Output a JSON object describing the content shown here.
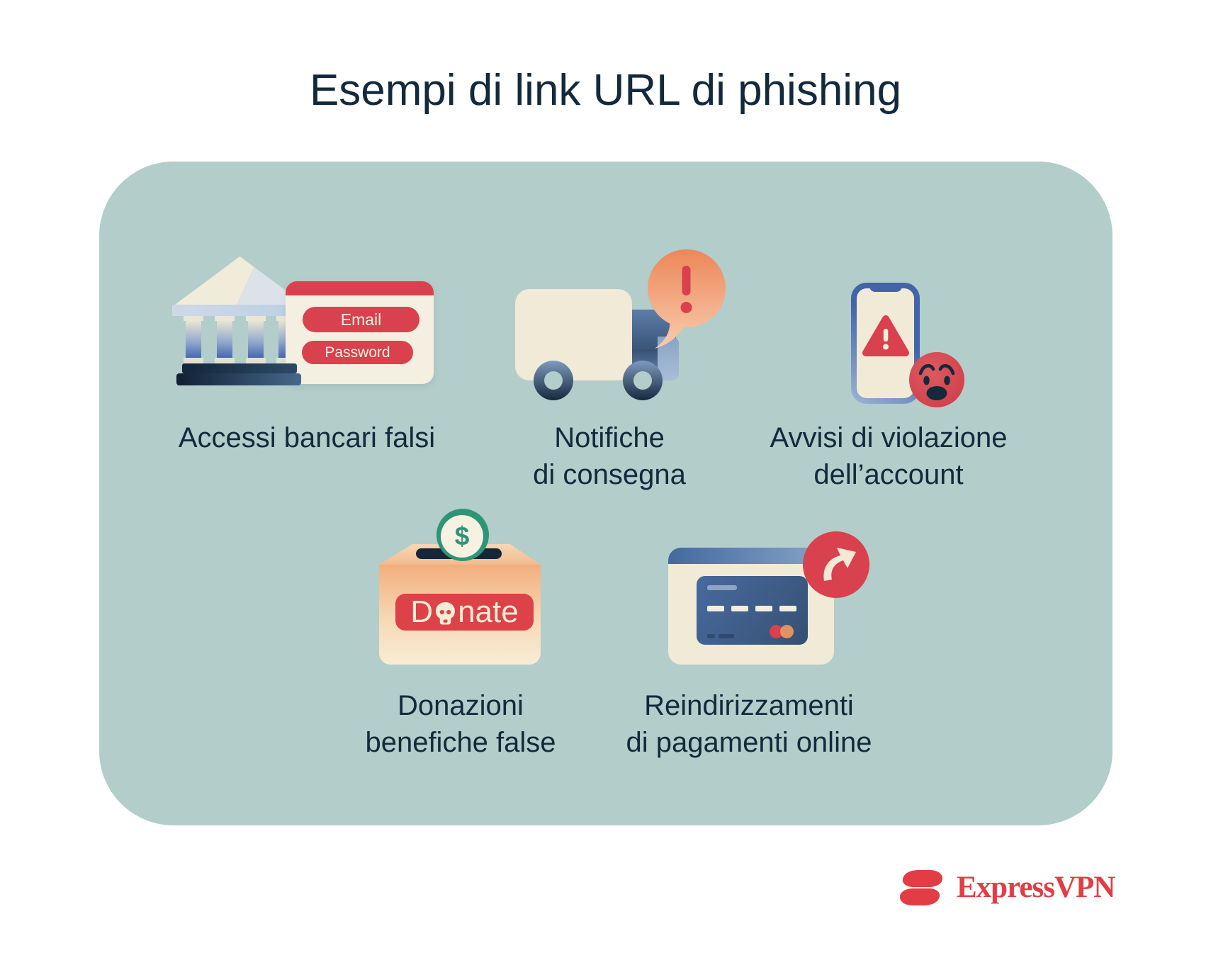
{
  "title": "Esempi di link URL di phishing",
  "brand": "ExpressVPN",
  "examples": [
    {
      "label_line1": "Accessi bancari falsi",
      "label_line2": ""
    },
    {
      "label_line1": "Notifiche",
      "label_line2": "di consegna"
    },
    {
      "label_line1": "Avvisi di violazione",
      "label_line2": "dell’account"
    },
    {
      "label_line1": "Donazioni",
      "label_line2": "benefiche false"
    },
    {
      "label_line1": "Reindirizzamenti",
      "label_line2": "di pagamenti online"
    }
  ],
  "bank_form": {
    "email_button": "Email",
    "password_button": "Password"
  },
  "donation": {
    "donate_before": "D",
    "donate_after": "nate",
    "coin_symbol": "$"
  },
  "icons": {
    "bank": "bank-building-icon",
    "login_form": "login-form-icon",
    "truck": "delivery-truck-icon",
    "alert_bubble": "exclamation-bubble-icon",
    "phone": "smartphone-warning-icon",
    "worried_face": "worried-face-icon",
    "donation_box": "donation-box-icon",
    "coin": "dollar-coin-icon",
    "skull": "skull-icon",
    "payment_card": "credit-card-browser-icon",
    "redirect_arrow": "redirect-arrow-icon",
    "brand_logo": "expressvpn-logo-icon"
  },
  "colors": {
    "background": "#ffffff",
    "panel": "#b3cdca",
    "text_navy": "#13293c",
    "red": "#d8414d",
    "cream": "#f0ead7",
    "blue": "#4264a9",
    "orange_bubble": "#ec8658",
    "peach_box": "#f2ae7c",
    "coin_green": "#2e9577",
    "brand_red": "#e23d44"
  }
}
